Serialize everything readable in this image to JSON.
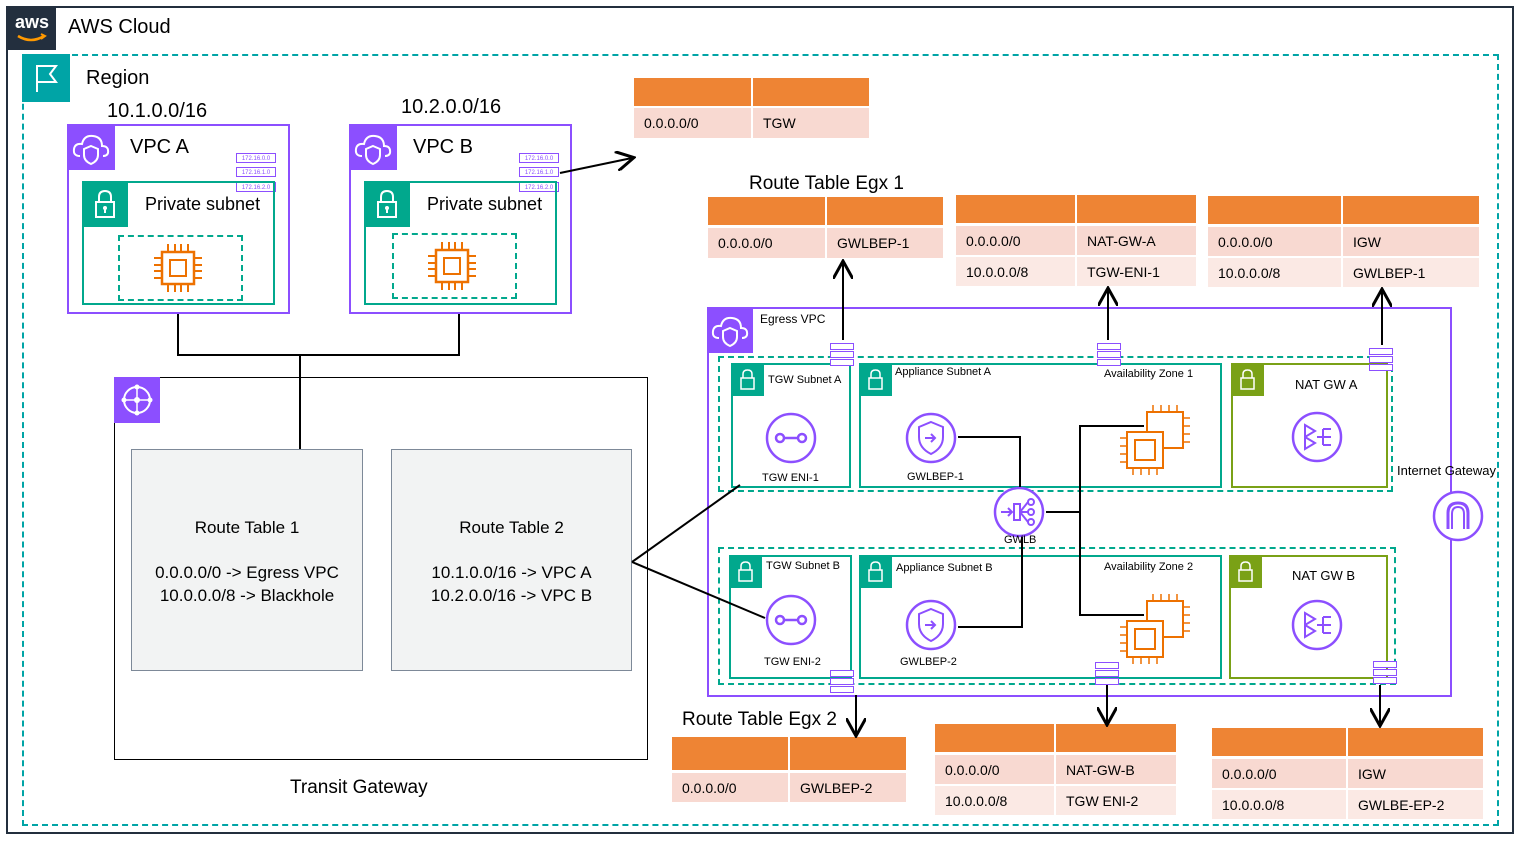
{
  "cloud": {
    "label": "AWS Cloud",
    "logo_text": "aws"
  },
  "region": {
    "label": "Region"
  },
  "vpc_a": {
    "cidr": "10.1.0.0/16",
    "label": "VPC A",
    "subnet": "Private subnet",
    "route_cidrs": [
      "172.16.0.0",
      "172.16.1.0",
      "172.16.2.0"
    ]
  },
  "vpc_b": {
    "cidr": "10.2.0.0/16",
    "label": "VPC B",
    "subnet": "Private subnet",
    "route_cidrs": [
      "172.16.0.0",
      "172.16.1.0",
      "172.16.2.0"
    ]
  },
  "transit_gateway": {
    "label": "Transit Gateway",
    "rt1": {
      "title": "Route Table 1",
      "line1": "0.0.0.0/0 -> Egress VPC",
      "line2": "10.0.0.0/8 -> Blackhole"
    },
    "rt2": {
      "title": "Route Table 2",
      "line1": "10.1.0.0/16 -> VPC A",
      "line2": "10.2.0.0/16 -> VPC B"
    }
  },
  "vpc_b_route_table": {
    "rows": [
      [
        "0.0.0.0/0",
        "TGW"
      ]
    ]
  },
  "route_table_egx1": {
    "title": "Route Table Egx 1",
    "rows": [
      [
        "0.0.0.0/0",
        "GWLBEP-1"
      ]
    ]
  },
  "route_table_nat_a": {
    "rows": [
      [
        "0.0.0.0/0",
        "NAT-GW-A"
      ],
      [
        "10.0.0.0/8",
        "TGW-ENI-1"
      ]
    ]
  },
  "route_table_pub_a": {
    "rows": [
      [
        "0.0.0.0/0",
        "IGW"
      ],
      [
        "10.0.0.0/8",
        "GWLBEP-1"
      ]
    ]
  },
  "route_table_egx2": {
    "title": "Route Table Egx 2",
    "rows": [
      [
        "0.0.0.0/0",
        "GWLBEP-2"
      ]
    ]
  },
  "route_table_nat_b": {
    "rows": [
      [
        "0.0.0.0/0",
        "NAT-GW-B"
      ],
      [
        "10.0.0.0/8",
        "TGW ENI-2"
      ]
    ]
  },
  "route_table_pub_b": {
    "rows": [
      [
        "0.0.0.0/0",
        "IGW"
      ],
      [
        "10.0.0.0/8",
        "GWLBE-EP-2"
      ]
    ]
  },
  "egress_vpc": {
    "label": "Egress VPC",
    "tgw_subnet_a": "TGW Subnet A",
    "tgw_eni_1": "TGW ENI-1",
    "appliance_subnet_a": "Appliance Subnet A",
    "gwlbep_1": "GWLBEP-1",
    "az1": "Availability Zone 1",
    "nat_gw_a": "NAT GW A",
    "gwlb": "GWLB",
    "internet_gateway": "Internet Gateway",
    "tgw_subnet_b": "TGW Subnet B",
    "tgw_eni_2": "TGW ENI-2",
    "appliance_subnet_b": "Appliance Subnet B",
    "gwlbep_2": "GWLBEP-2",
    "az2": "Availability Zone 2",
    "nat_gw_b": "NAT GW B"
  },
  "colors": {
    "vpc": "#8c4fff",
    "subnet": "#01a88d",
    "compute": "#ed7100",
    "public_subnet": "#7aa116",
    "route_head": "#ee8434",
    "route_row": "#f8d9d1"
  }
}
